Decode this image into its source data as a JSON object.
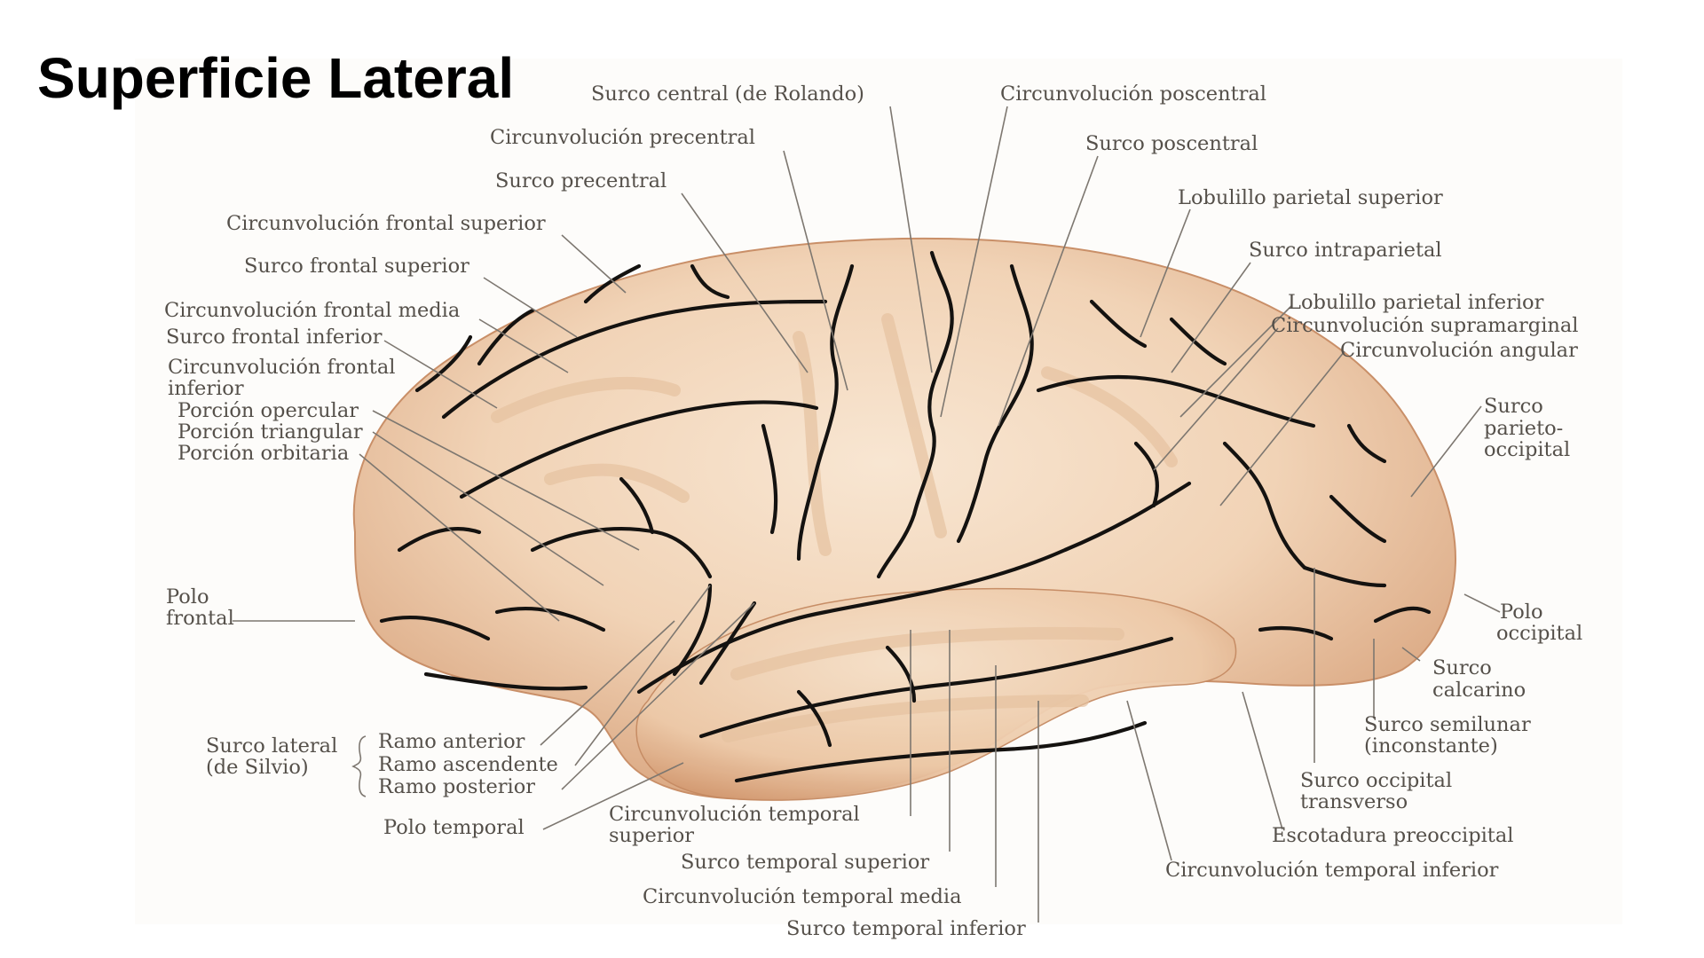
{
  "title": "Superficie Lateral",
  "colors": {
    "background": "#ffffff",
    "panel": "#fdfcfa",
    "brain_fill": "#f1d3b6",
    "brain_light": "#f8e6d2",
    "brain_shadow": "#d9a57f",
    "sulcus": "#141210",
    "label": "#55504a",
    "leader_line": "#7d7770"
  },
  "labels": {
    "surco_central": "Surco central (de Rolando)",
    "circ_poscentral": "Circunvolución poscentral",
    "circ_precentral": "Circunvolución precentral",
    "surco_poscentral": "Surco poscentral",
    "surco_precentral": "Surco precentral",
    "lobulillo_parietal_superior": "Lobulillo parietal superior",
    "circ_frontal_superior": "Circunvolución frontal superior",
    "surco_intraparietal": "Surco intraparietal",
    "surco_frontal_superior": "Surco frontal superior",
    "lobulillo_parietal_inferior": "Lobulillo parietal inferior",
    "circ_frontal_media": "Circunvolución frontal media",
    "circ_supramarginal": "Circunvolución supramarginal",
    "surco_frontal_inferior": "Surco frontal inferior",
    "circ_angular": "Circunvolución angular",
    "circ_frontal_inferior_1": "Circunvolución frontal",
    "circ_frontal_inferior_2": "inferior",
    "porcion_opercular": "Porción opercular",
    "porcion_triangular": "Porción triangular",
    "porcion_orbitaria": "Porción orbitaria",
    "surco_parieto_1": "Surco",
    "surco_parieto_2": "parieto-",
    "surco_parieto_3": "occipital",
    "polo_frontal_1": "Polo",
    "polo_frontal_2": "frontal",
    "polo_occipital_1": "Polo",
    "polo_occipital_2": "occipital",
    "surco_calcarino_1": "Surco",
    "surco_calcarino_2": "calcarino",
    "surco_semilunar_1": "Surco semilunar",
    "surco_semilunar_2": "(inconstante)",
    "surco_lateral_1": "Surco lateral",
    "surco_lateral_2": "(de Silvio)",
    "ramo_anterior": "Ramo anterior",
    "ramo_ascendente": "Ramo ascendente",
    "ramo_posterior": "Ramo posterior",
    "surco_occipital_transverso_1": "Surco occipital",
    "surco_occipital_transverso_2": "transverso",
    "polo_temporal": "Polo temporal",
    "circ_temporal_superior_1": "Circunvolución temporal",
    "circ_temporal_superior_2": "superior",
    "escotadura_preoccipital": "Escotadura preoccipital",
    "surco_temporal_superior": "Surco temporal superior",
    "circ_temporal_inferior": "Circunvolución temporal inferior",
    "circ_temporal_media": "Circunvolución temporal media",
    "surco_temporal_inferior": "Surco temporal inferior"
  }
}
